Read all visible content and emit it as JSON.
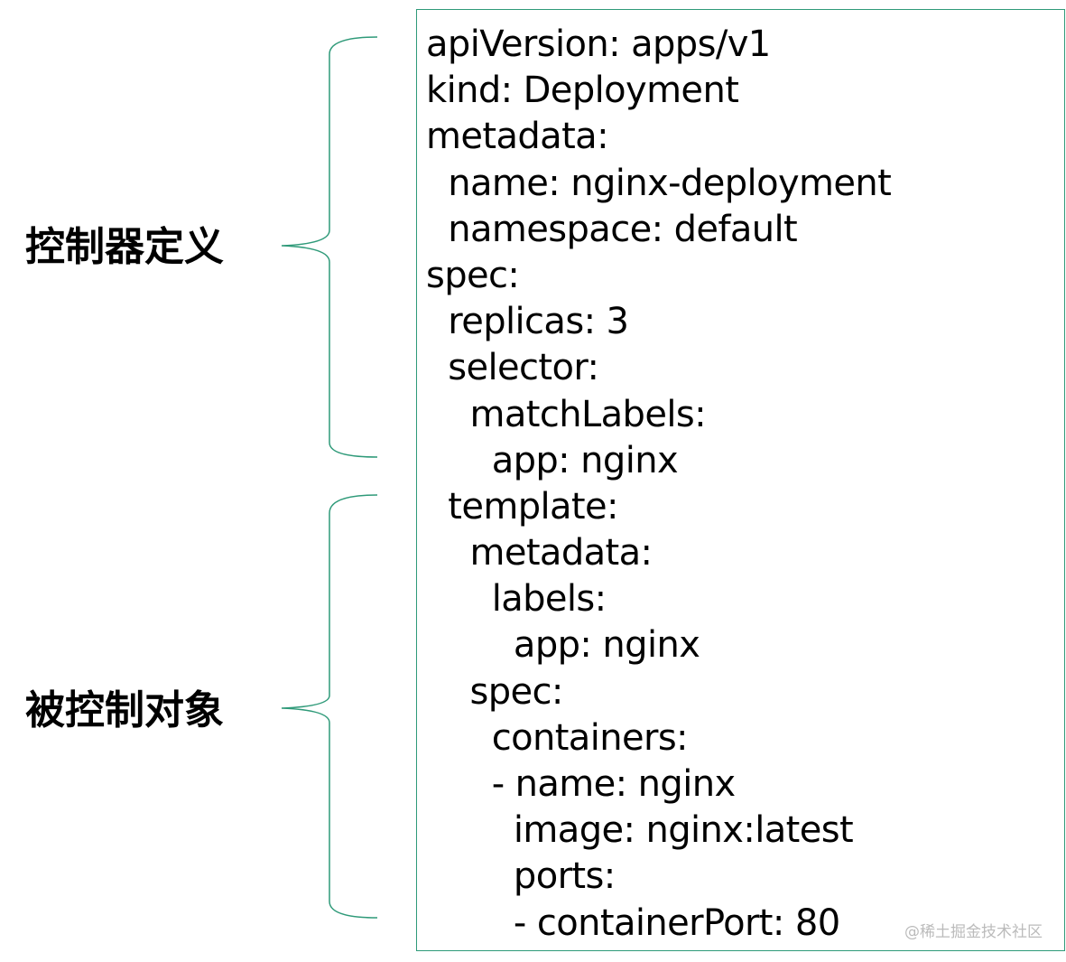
{
  "labels": {
    "controller_definition": "控制器定义",
    "controlled_object": "被控制对象"
  },
  "code_lines": [
    "apiVersion: apps/v1",
    "kind: Deployment",
    "metadata:",
    "  name: nginx-deployment",
    "  namespace: default",
    "spec:",
    "  replicas: 3",
    "  selector:",
    "    matchLabels:",
    "      app: nginx",
    "  template:",
    "    metadata:",
    "      labels:",
    "        app: nginx",
    "    spec:",
    "      containers:",
    "      - name: nginx",
    "        image: nginx:latest",
    "        ports:",
    "        - containerPort: 80"
  ],
  "watermark": "@稀土掘金技术社区",
  "colors": {
    "accent": "#2f9a79",
    "text": "#000000",
    "watermark": "#bbbbbb"
  }
}
